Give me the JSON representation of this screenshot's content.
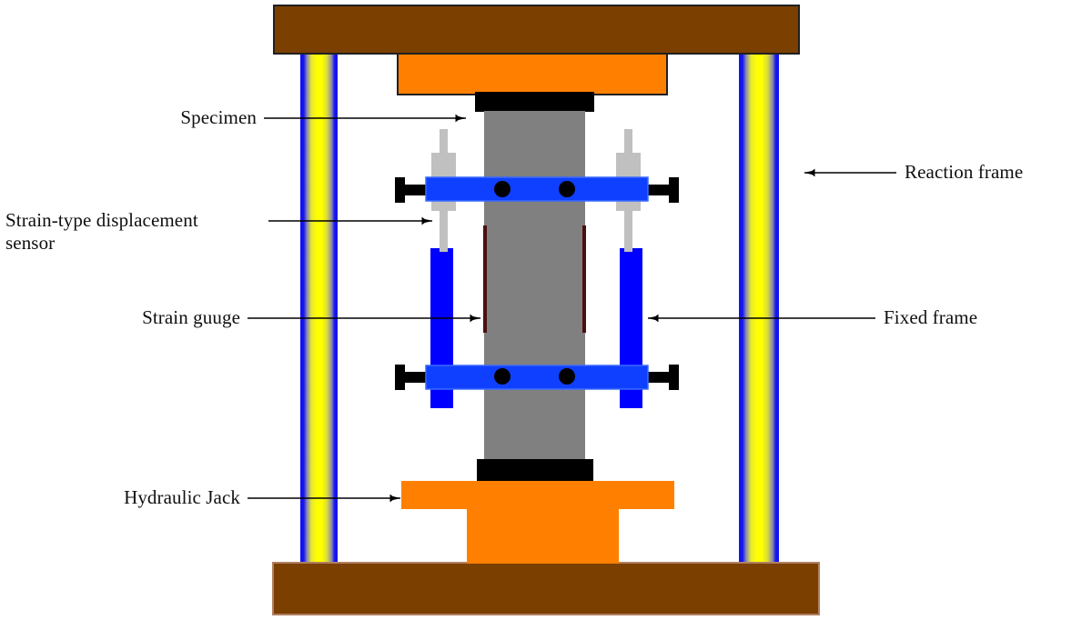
{
  "figure": {
    "kind": "engineering-test-setup-diagram",
    "subject": "Axial compression loading test setup"
  },
  "labels": {
    "specimen": "Specimen",
    "strain_sensor": "Strain-type displacement\nsensor",
    "strain_gauge": "Strain guuge",
    "hydraulic_jack": "Hydraulic Jack",
    "reaction_frame": "Reaction frame",
    "fixed_frame": "Fixed frame"
  },
  "colors": {
    "frame_brown": "#7B3F00",
    "column_blue": "#1414F0",
    "column_yellow": "#FFFF00",
    "jack_orange": "#FF8000",
    "bearing_black": "#000000",
    "specimen_gray": "#808080",
    "clamp_blue": "#1040FF",
    "post_blue": "#0000FF",
    "sensor_gray": "#C0C0C0",
    "gauge_maroon": "#4A1010",
    "outline": "#202020",
    "leader_line": "#000000",
    "background": "#FFFFFF"
  },
  "parts": {
    "top_beam": "Top reaction beam",
    "base_beam": "Base reaction beam",
    "left_column": "Left reaction column",
    "right_column": "Right reaction column",
    "top_loading_plate": "Top loading plate",
    "top_bearing_plate": "Top bearing plate",
    "specimen_column": "Specimen column",
    "bottom_bearing_plate": "Bottom bearing plate",
    "jack_body": "Hydraulic jack body",
    "upper_clamp_bar": "Upper clamp bar",
    "lower_clamp_bar": "Lower clamp bar",
    "left_fixed_post": "Left fixed frame post",
    "right_fixed_post": "Right fixed frame post",
    "left_sensor": "Left displacement sensor",
    "right_sensor": "Right displacement sensor",
    "left_strain_gauge": "Left strain gauge strip",
    "right_strain_gauge": "Right strain gauge strip"
  }
}
